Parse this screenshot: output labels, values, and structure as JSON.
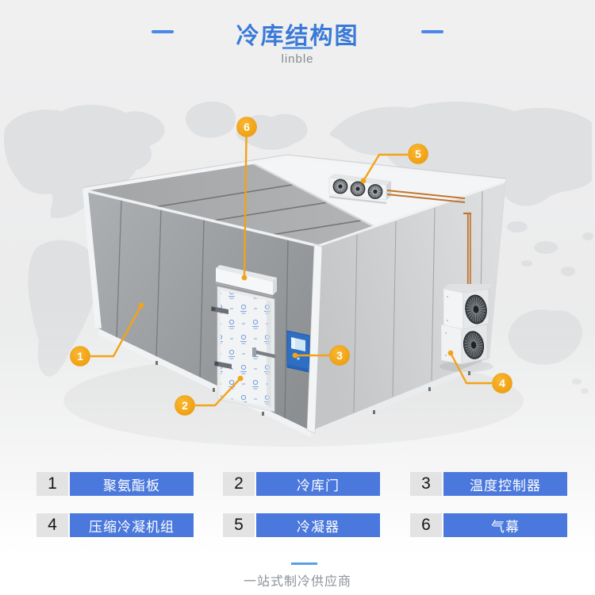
{
  "header": {
    "title": "冷库结构图",
    "brand": "linble"
  },
  "legend": {
    "items": [
      {
        "num": "1",
        "label": "聚氨酯板"
      },
      {
        "num": "2",
        "label": "冷库门"
      },
      {
        "num": "3",
        "label": "温度控制器"
      },
      {
        "num": "4",
        "label": "压缩冷凝机组"
      },
      {
        "num": "5",
        "label": "冷凝器"
      },
      {
        "num": "6",
        "label": "气幕"
      }
    ]
  },
  "footer": {
    "tagline": "一站式制冷供应商"
  },
  "colors": {
    "title_blue": "#3A7AD7",
    "accent_blue": "#4B87E8",
    "legend_blue": "#4A78DC",
    "callout_orange": "#F2A318",
    "copper_pipe": "#C0762F"
  }
}
